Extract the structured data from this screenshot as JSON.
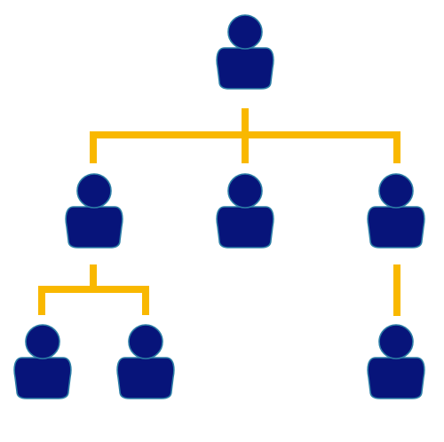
{
  "diagram": {
    "type": "org-chart",
    "colors": {
      "person_fill": "#07147A",
      "person_stroke": "#2C7EA6",
      "connector": "#F9B800",
      "background": "#FFFFFF"
    },
    "icon": "person-icon",
    "levels": [
      {
        "level": 1,
        "count": 1
      },
      {
        "level": 2,
        "count": 3
      },
      {
        "level": 3,
        "count": 3
      }
    ],
    "relationships": [
      {
        "parent": "level-1",
        "children": [
          "level-2-left",
          "level-2-center",
          "level-2-right"
        ]
      },
      {
        "parent": "level-2-left",
        "children": [
          "level-3-left-a",
          "level-3-left-b"
        ]
      },
      {
        "parent": "level-2-right",
        "children": [
          "level-3-right"
        ]
      }
    ]
  }
}
